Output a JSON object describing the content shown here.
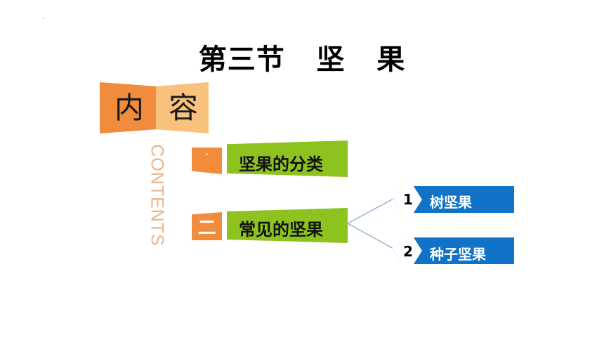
{
  "title": "第三节   坚   果",
  "header": {
    "char1": "内",
    "char2": "容",
    "contents_word": "CONTENTS"
  },
  "sections": [
    {
      "number": "-",
      "label": "坚果的分类"
    },
    {
      "number": "二",
      "label": "常见的坚果"
    }
  ],
  "subsections": [
    {
      "number": "1",
      "label": "树坚果"
    },
    {
      "number": "2",
      "label": "种子坚果"
    }
  ],
  "colors": {
    "orange": "#F28C3C",
    "light_orange": "#F8C27C",
    "green": "#8DC21F",
    "blue": "#1173C7",
    "contents_text": "#E9B48A"
  }
}
